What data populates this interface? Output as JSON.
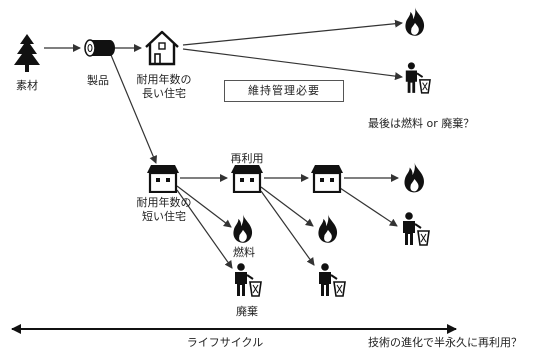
{
  "labels": {
    "material": "素材",
    "product": "製品",
    "long_house": "耐用年数の\n長い住宅",
    "maintenance": "維持管理必要",
    "end_question": "最後は燃料 or 廃棄？",
    "short_house": "耐用年数の\n短い住宅",
    "reuse": "再利用",
    "fuel": "燃料",
    "disposal": "廃棄",
    "lifecycle": "ライフサイクル",
    "tech_question": "技術の進化で半永久に再利用？"
  },
  "colors": {
    "ink": "#222222",
    "line": "#333333"
  },
  "icons": [
    "tree-icon",
    "log-icon",
    "house-icon",
    "flame-icon",
    "trash-person-icon"
  ]
}
